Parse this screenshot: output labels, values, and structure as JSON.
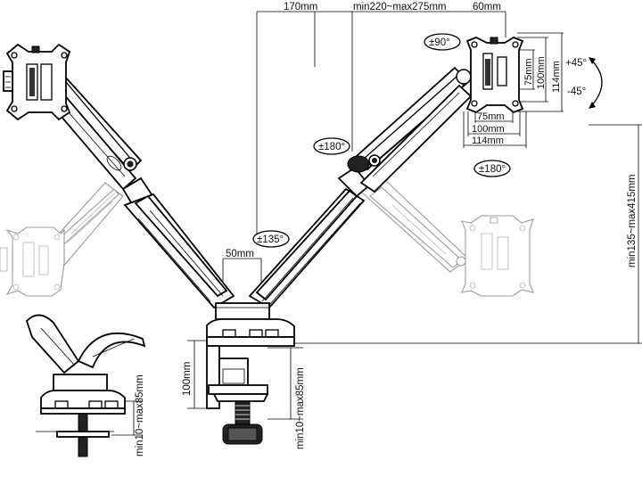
{
  "labels": {
    "top_offset": "170mm",
    "arm_range": "min220~max275mm",
    "top_right": "60mm",
    "tilt_up": "+45°",
    "tilt_down": "-45°",
    "rot_90": "±90°",
    "rot_180_top": "±180°",
    "rot_180_right": "±180°",
    "rot_135": "±135°",
    "vesa_75_v": "75mm",
    "vesa_100_v": "100mm",
    "vesa_114_v": "114mm",
    "vesa_75_h": "75mm",
    "vesa_100_h": "100mm",
    "vesa_114_h": "114mm",
    "height_range": "min135~max415mm",
    "pole_gap": "50mm",
    "clamp_height": "100mm",
    "clamp_range": "min10~max85mm",
    "grommet_range": "min10~max85mm"
  }
}
